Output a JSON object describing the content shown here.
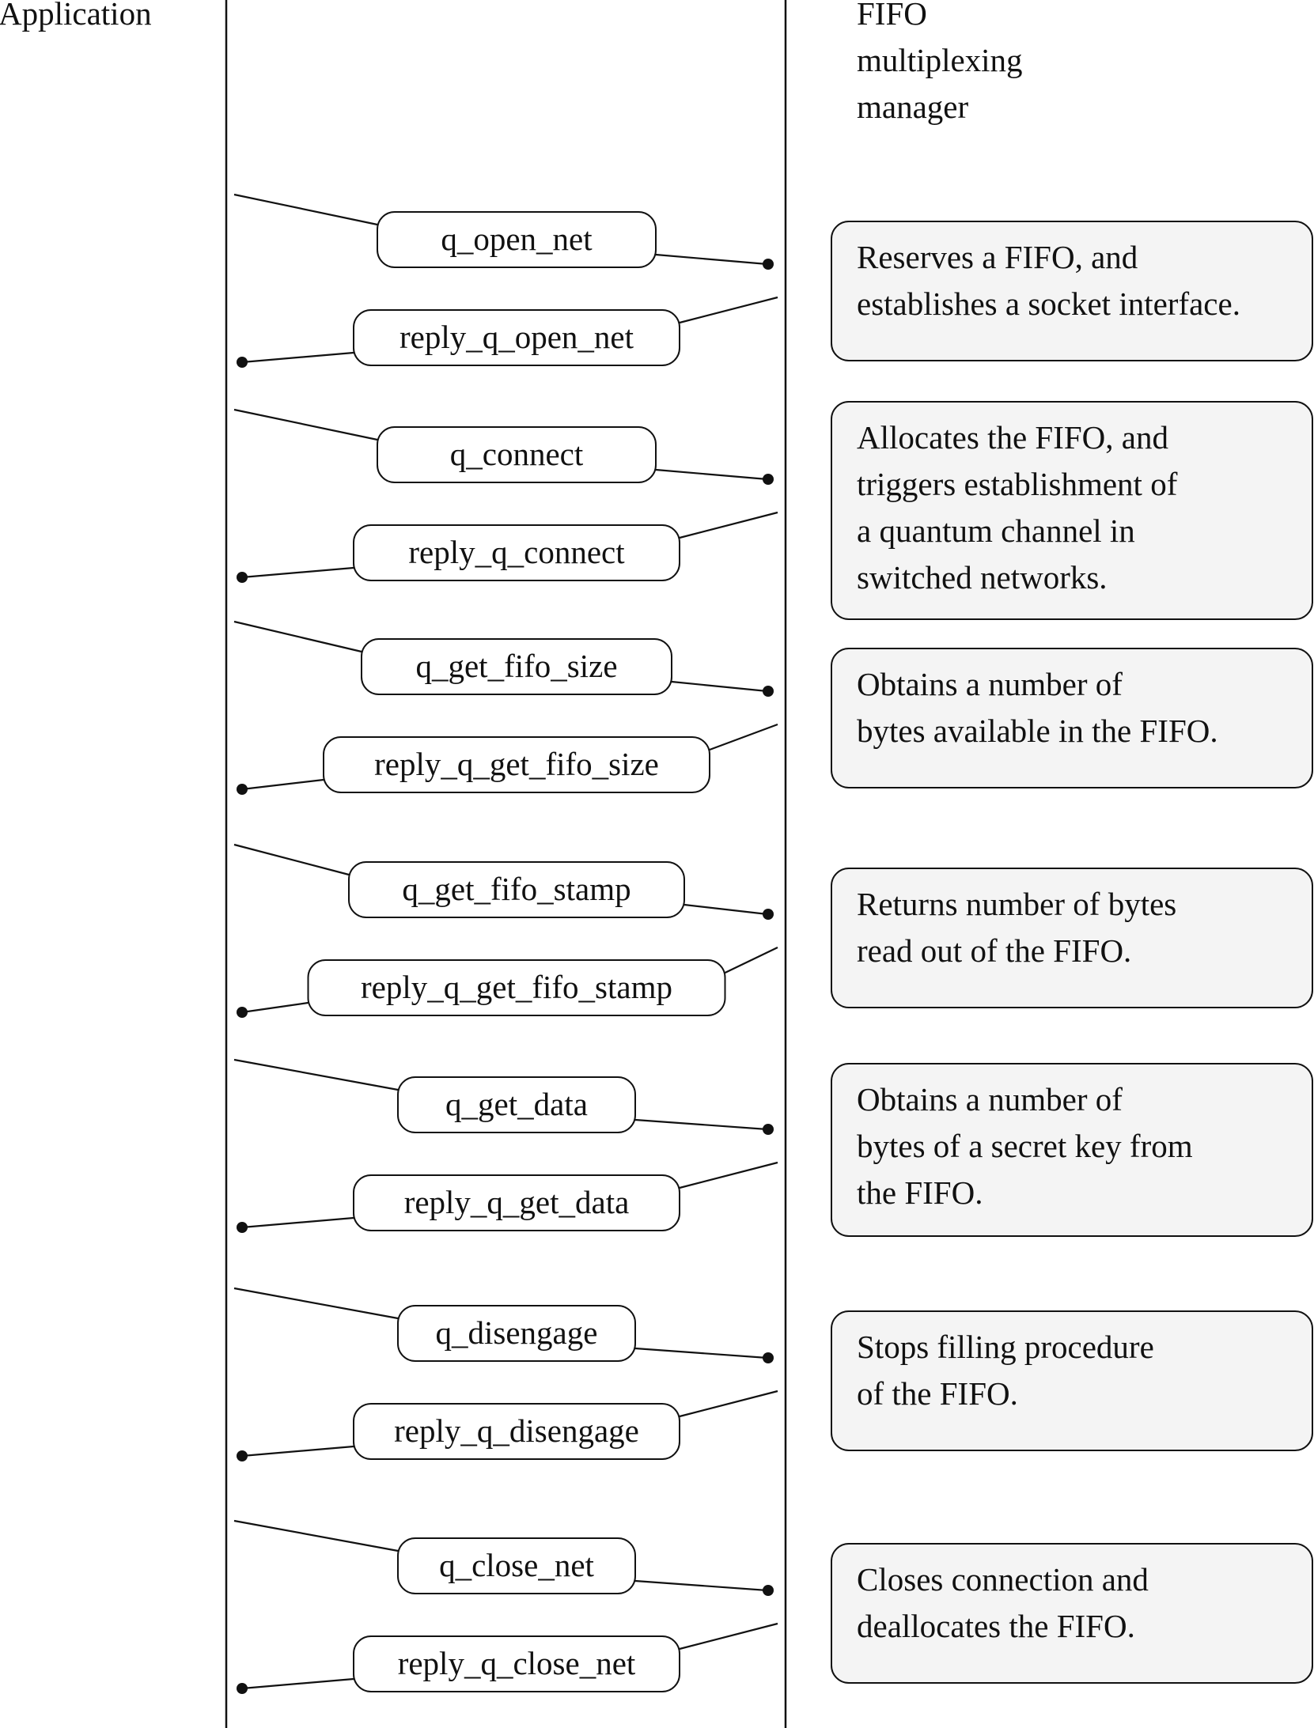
{
  "actors": {
    "application": "Application",
    "manager": [
      "FIFO",
      "multiplexing",
      "manager"
    ]
  },
  "groups": [
    {
      "request": "q_open_net",
      "reply": "reply_q_open_net",
      "description": [
        "Reserves a FIFO, and",
        "establishes a socket interface."
      ]
    },
    {
      "request": "q_connect",
      "reply": "reply_q_connect",
      "description": [
        "Allocates the FIFO, and",
        "triggers establishment of",
        "a quantum channel in",
        "switched networks."
      ]
    },
    {
      "request": "q_get_fifo_size",
      "reply": "reply_q_get_fifo_size",
      "description": [
        "Obtains a number of",
        "bytes available in the FIFO."
      ]
    },
    {
      "request": "q_get_fifo_stamp",
      "reply": "reply_q_get_fifo_stamp",
      "description": [
        "Returns number of bytes",
        "read out of the FIFO."
      ]
    },
    {
      "request": "q_get_data",
      "reply": "reply_q_get_data",
      "description": [
        "Obtains a number of",
        "bytes of a secret key from",
        "the FIFO."
      ]
    },
    {
      "request": "q_disengage",
      "reply": "reply_q_disengage",
      "description": [
        "Stops filling procedure",
        "of the FIFO."
      ]
    },
    {
      "request": "q_close_net",
      "reply": "reply_q_close_net",
      "description": [
        "Closes connection and",
        "deallocates the FIFO."
      ]
    }
  ]
}
